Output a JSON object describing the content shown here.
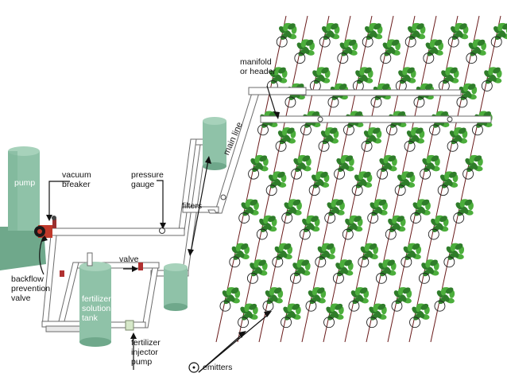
{
  "labels": {
    "pump": "pump",
    "vacuum_breaker": [
      "vacuum",
      "breaker"
    ],
    "pressure_gauge": [
      "pressure",
      "gauge"
    ],
    "filters": "filters",
    "main_line": "main line",
    "manifold": [
      "manifold",
      "or header"
    ],
    "backflow_valve": [
      "backflow",
      "prevention",
      "valve"
    ],
    "valve": "valve",
    "fertilizer_tank": [
      "fertilizer",
      "solution",
      "tank"
    ],
    "injector_pump": [
      "fertilizer",
      "injector",
      "pump"
    ],
    "emitters": "emitters"
  },
  "colors": {
    "tank_fill": "#8fc2a8",
    "tank_shade": "#6fa88b",
    "pipe": "#ffffff",
    "pipe_outline": "#6b6b6b",
    "drip_line": "#6a1b1b",
    "plant_light": "#4cae3c",
    "plant_dark": "#2f7d2a",
    "valve_red": "#c0392b"
  }
}
